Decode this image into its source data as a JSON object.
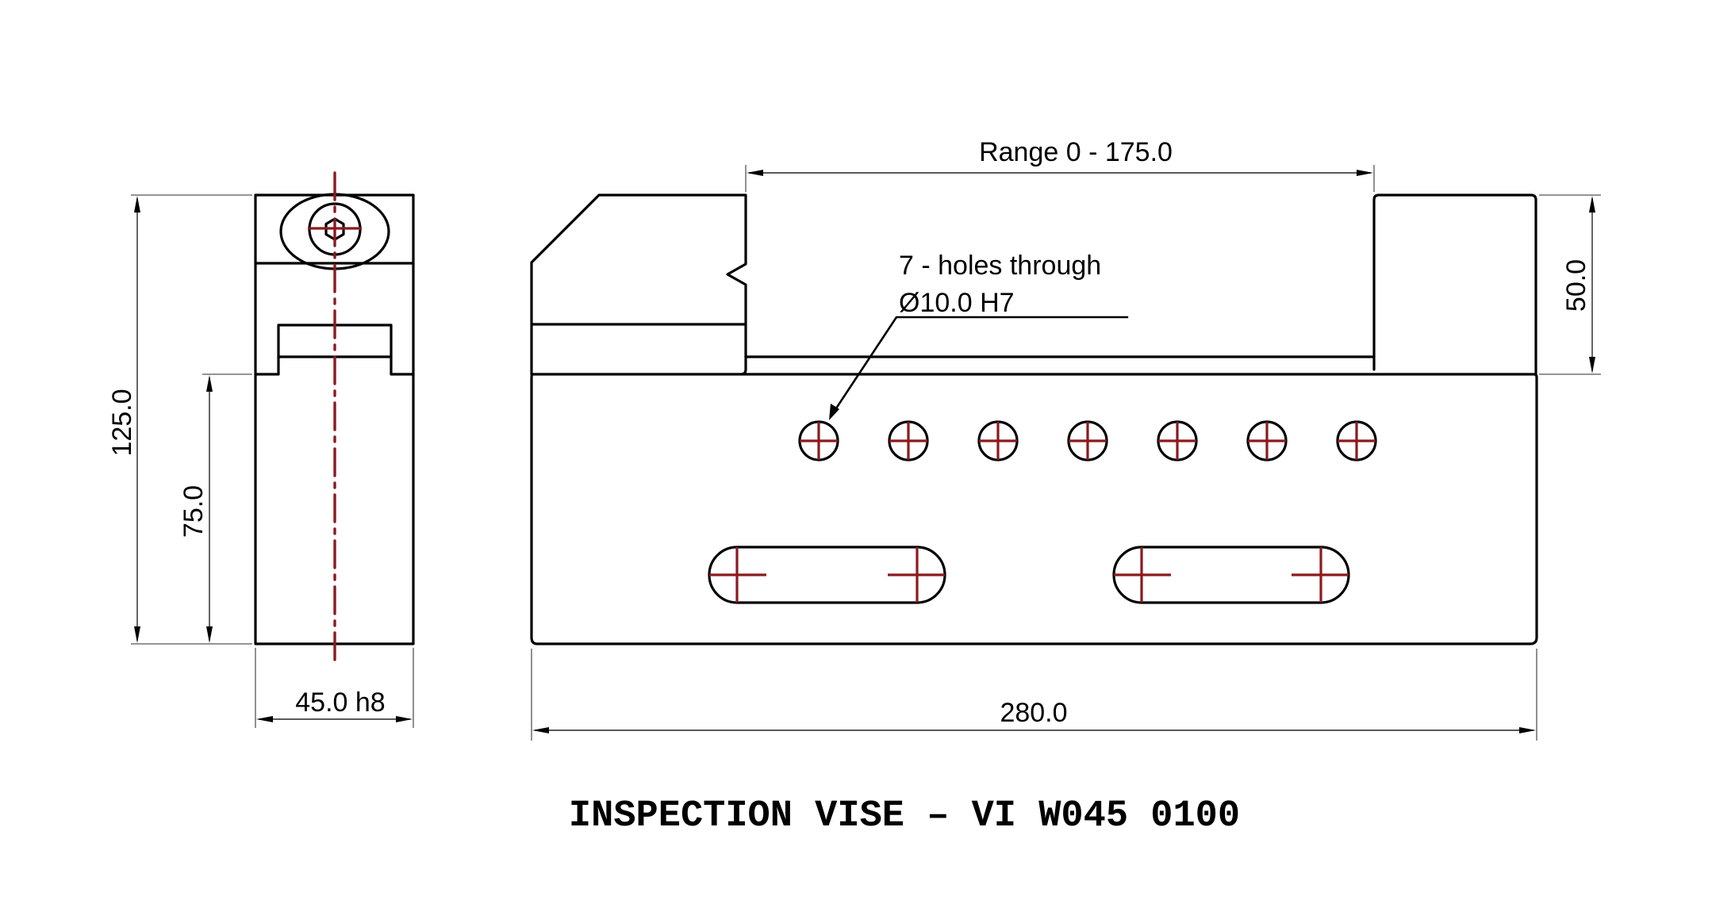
{
  "drawing": {
    "title": "INSPECTION VISE – VI W045 0100",
    "colors": {
      "outline": "#000000",
      "centerline": "#8b1a1f",
      "dimension": "#222222"
    },
    "side_view": {
      "dimensions": {
        "overall_height": "125.0",
        "base_height": "75.0",
        "width": "45.0 h8"
      }
    },
    "front_view": {
      "dimensions": {
        "range": "Range 0 - 175.0",
        "jaw_height": "50.0",
        "overall_length": "280.0"
      },
      "hole_note": {
        "line1": "7 - holes through",
        "line2": "Ø10.0 H7"
      },
      "hole_count": 7,
      "slot_count": 2
    }
  }
}
